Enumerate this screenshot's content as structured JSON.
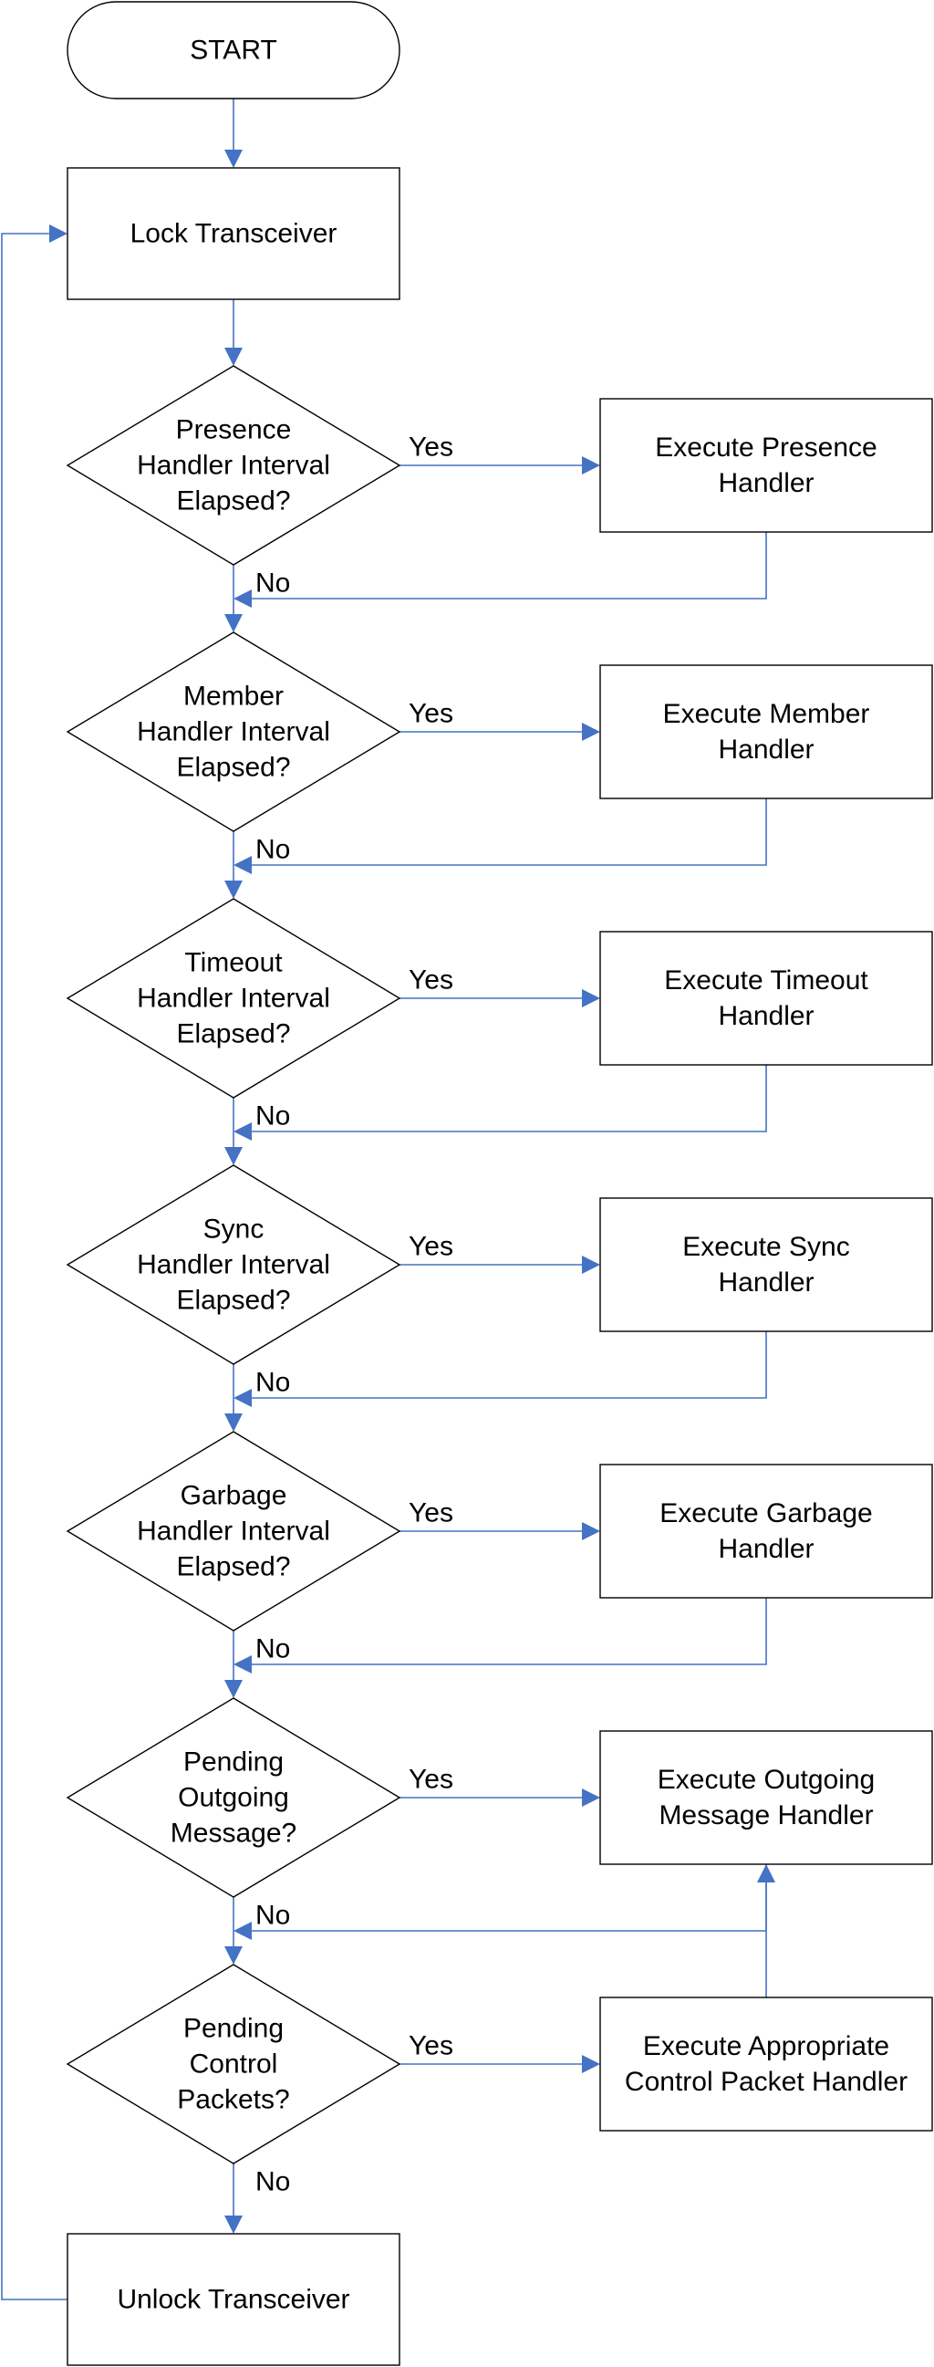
{
  "start": "START",
  "lock": "Lock Transceiver",
  "unlock": "Unlock Transceiver",
  "yes_label": "Yes",
  "no_label": "No",
  "connector_color": "#4472c4",
  "decisions": [
    {
      "lines": [
        "Presence",
        "Handler Interval",
        "Elapsed?"
      ],
      "action": [
        "Execute Presence",
        "Handler"
      ]
    },
    {
      "lines": [
        "Member",
        "Handler Interval",
        "Elapsed?"
      ],
      "action": [
        "Execute Member",
        "Handler"
      ]
    },
    {
      "lines": [
        "Timeout",
        "Handler Interval",
        "Elapsed?"
      ],
      "action": [
        "Execute Timeout",
        "Handler"
      ]
    },
    {
      "lines": [
        "Sync",
        "Handler Interval",
        "Elapsed?"
      ],
      "action": [
        "Execute Sync",
        "Handler"
      ]
    },
    {
      "lines": [
        "Garbage",
        "Handler Interval",
        "Elapsed?"
      ],
      "action": [
        "Execute Garbage",
        "Handler"
      ]
    },
    {
      "lines": [
        "Pending",
        "Outgoing",
        "Message?"
      ],
      "action": [
        "Execute Outgoing",
        "Message Handler"
      ]
    },
    {
      "lines": [
        "Pending",
        "Control",
        "Packets?"
      ],
      "action": [
        "Execute Appropriate",
        "Control Packet Handler"
      ]
    }
  ]
}
